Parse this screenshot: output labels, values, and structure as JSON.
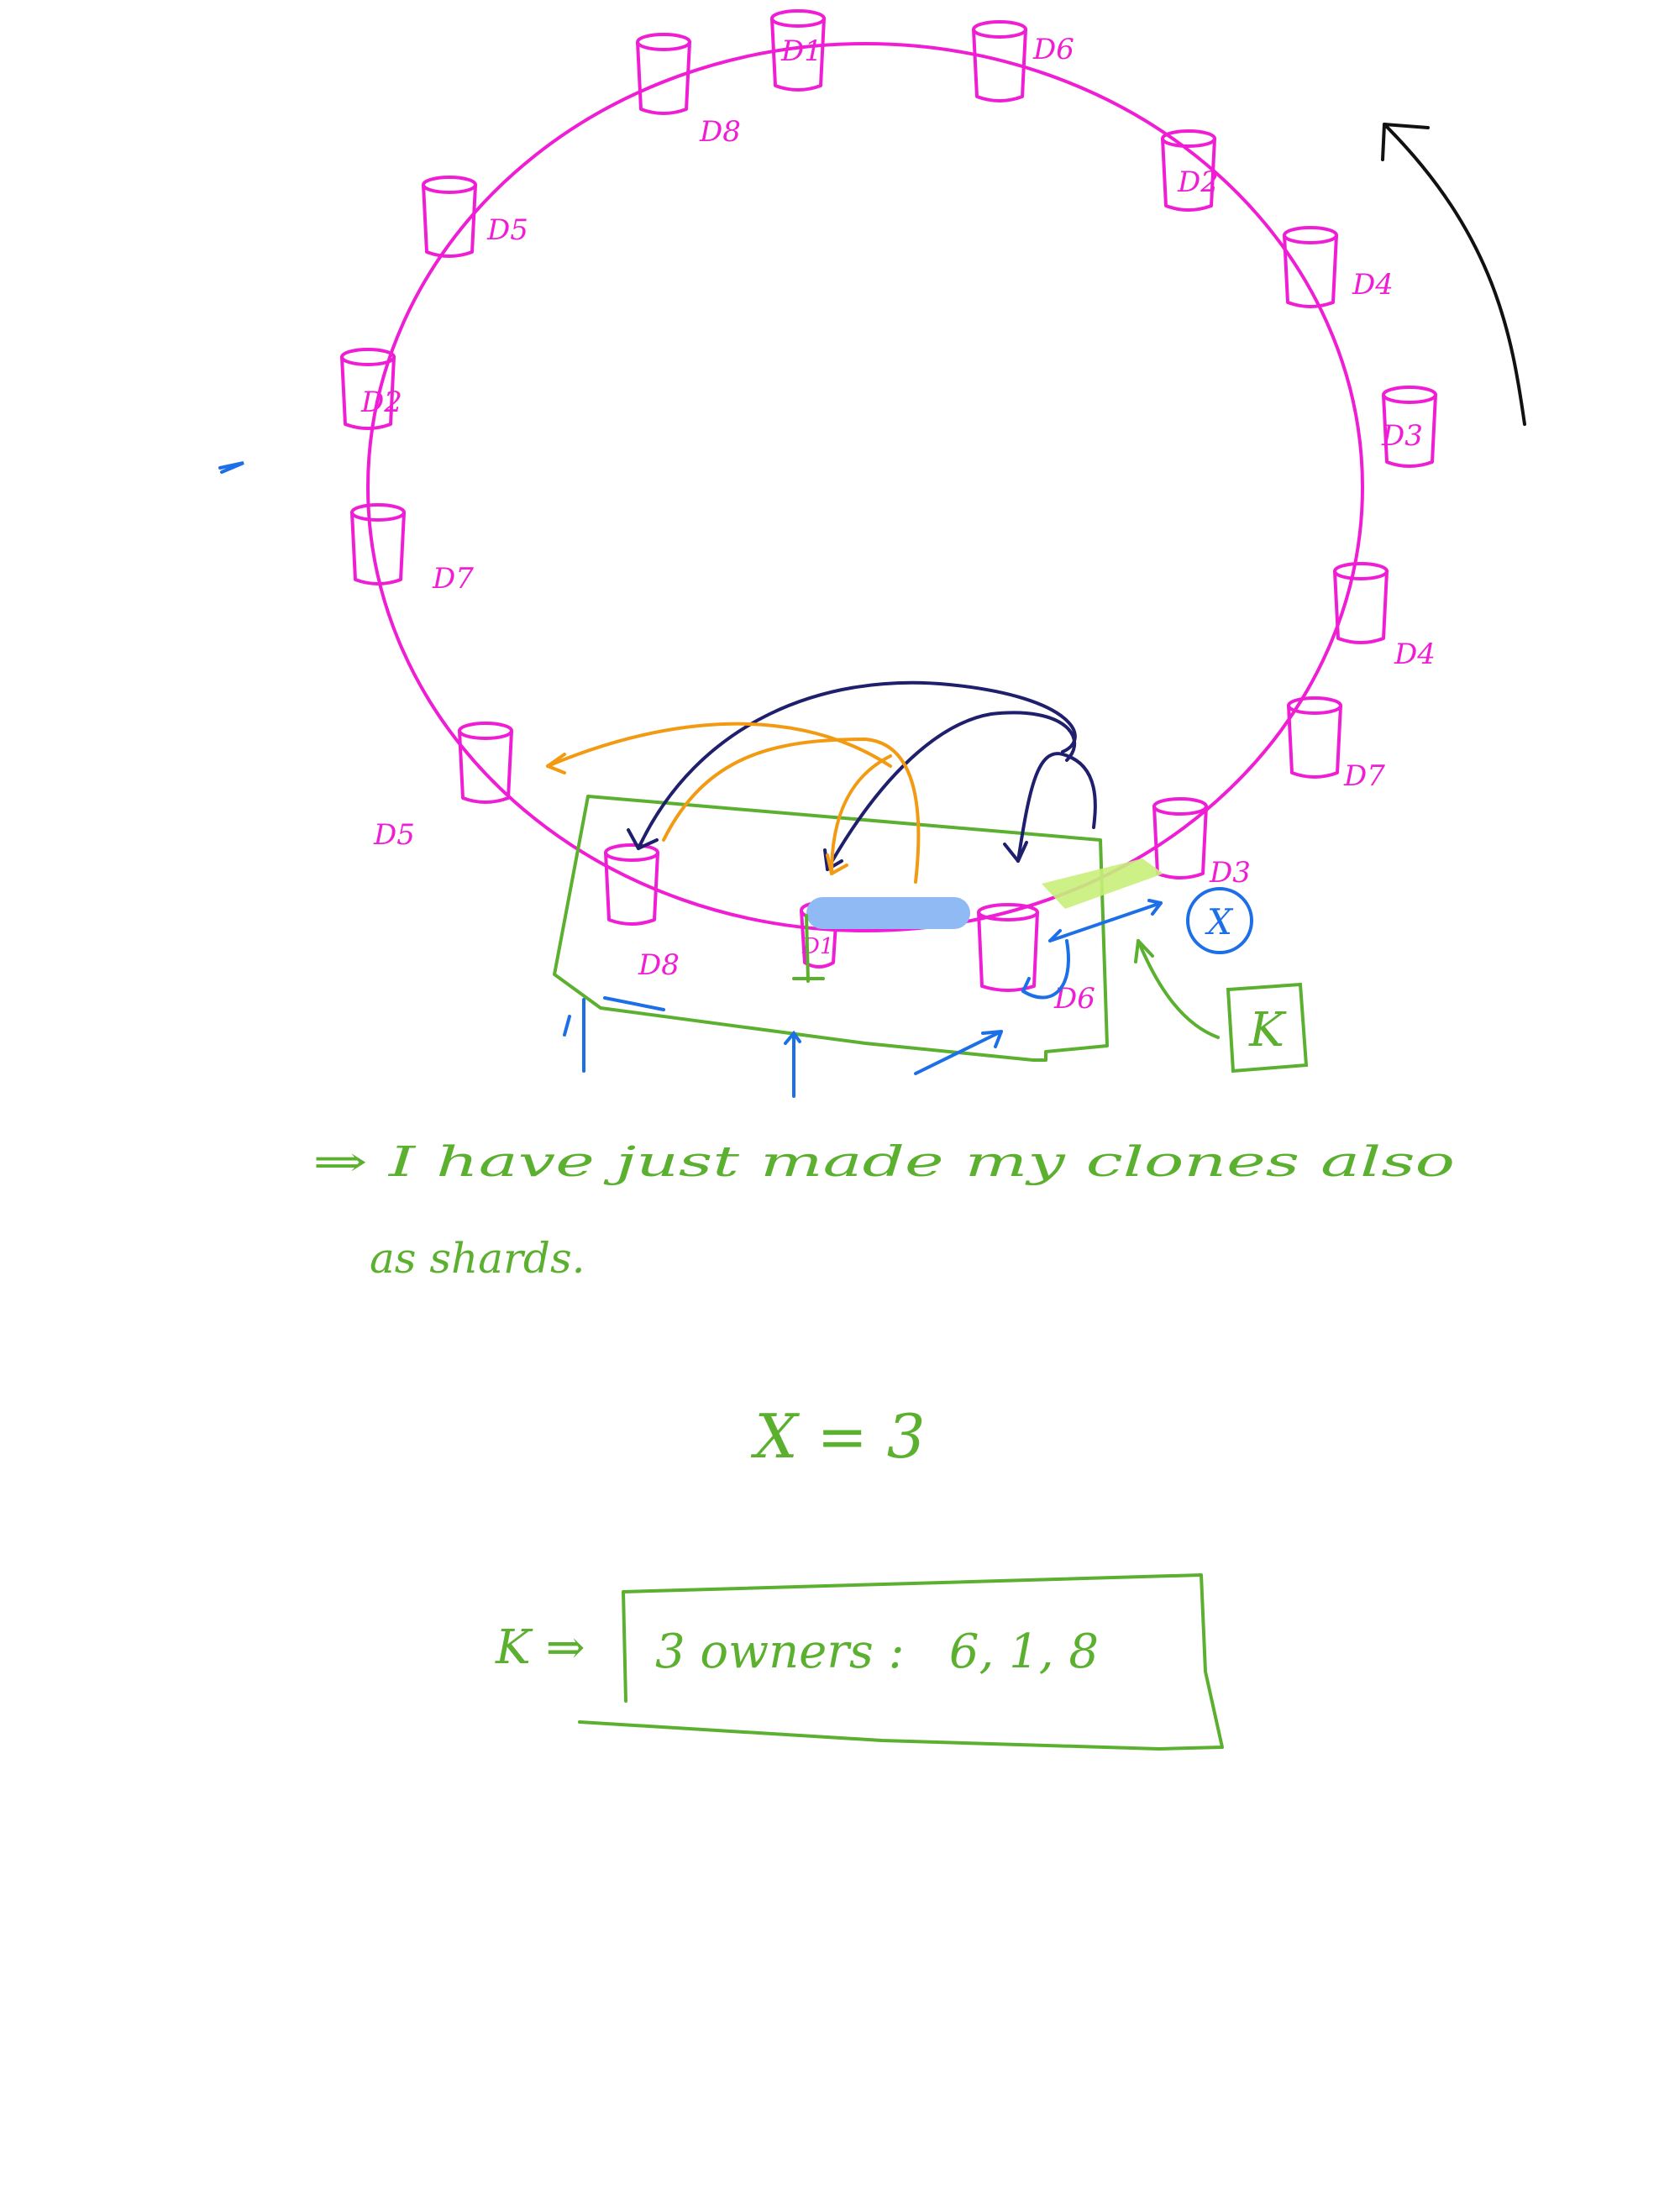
{
  "colors": {
    "ring": "#ef1ed4",
    "green": "#5cb030",
    "blue": "#1d6fe8",
    "navy": "#1f1f6e",
    "orange": "#f29a12",
    "black": "#111111",
    "highlight_blue": "#90baf3",
    "highlight_lime": "#c8f07a"
  },
  "ring_nodes": [
    "D8",
    "D1",
    "D6",
    "D2",
    "D4",
    "D3",
    "D4",
    "D7",
    "D3",
    "D8",
    "D1",
    "D5",
    "D7",
    "D2",
    "D5"
  ],
  "shard_box": {
    "labels": [
      "D8",
      "D1",
      "D6"
    ],
    "k_marker": "K",
    "x_marker": "X"
  },
  "notes": {
    "line1": "⇒ I have just made my clones also",
    "line2": "as shards."
  },
  "equation": "X = 3",
  "owners": {
    "prefix": "K ⇒",
    "text": "3 owners :   6, 1, 8"
  }
}
